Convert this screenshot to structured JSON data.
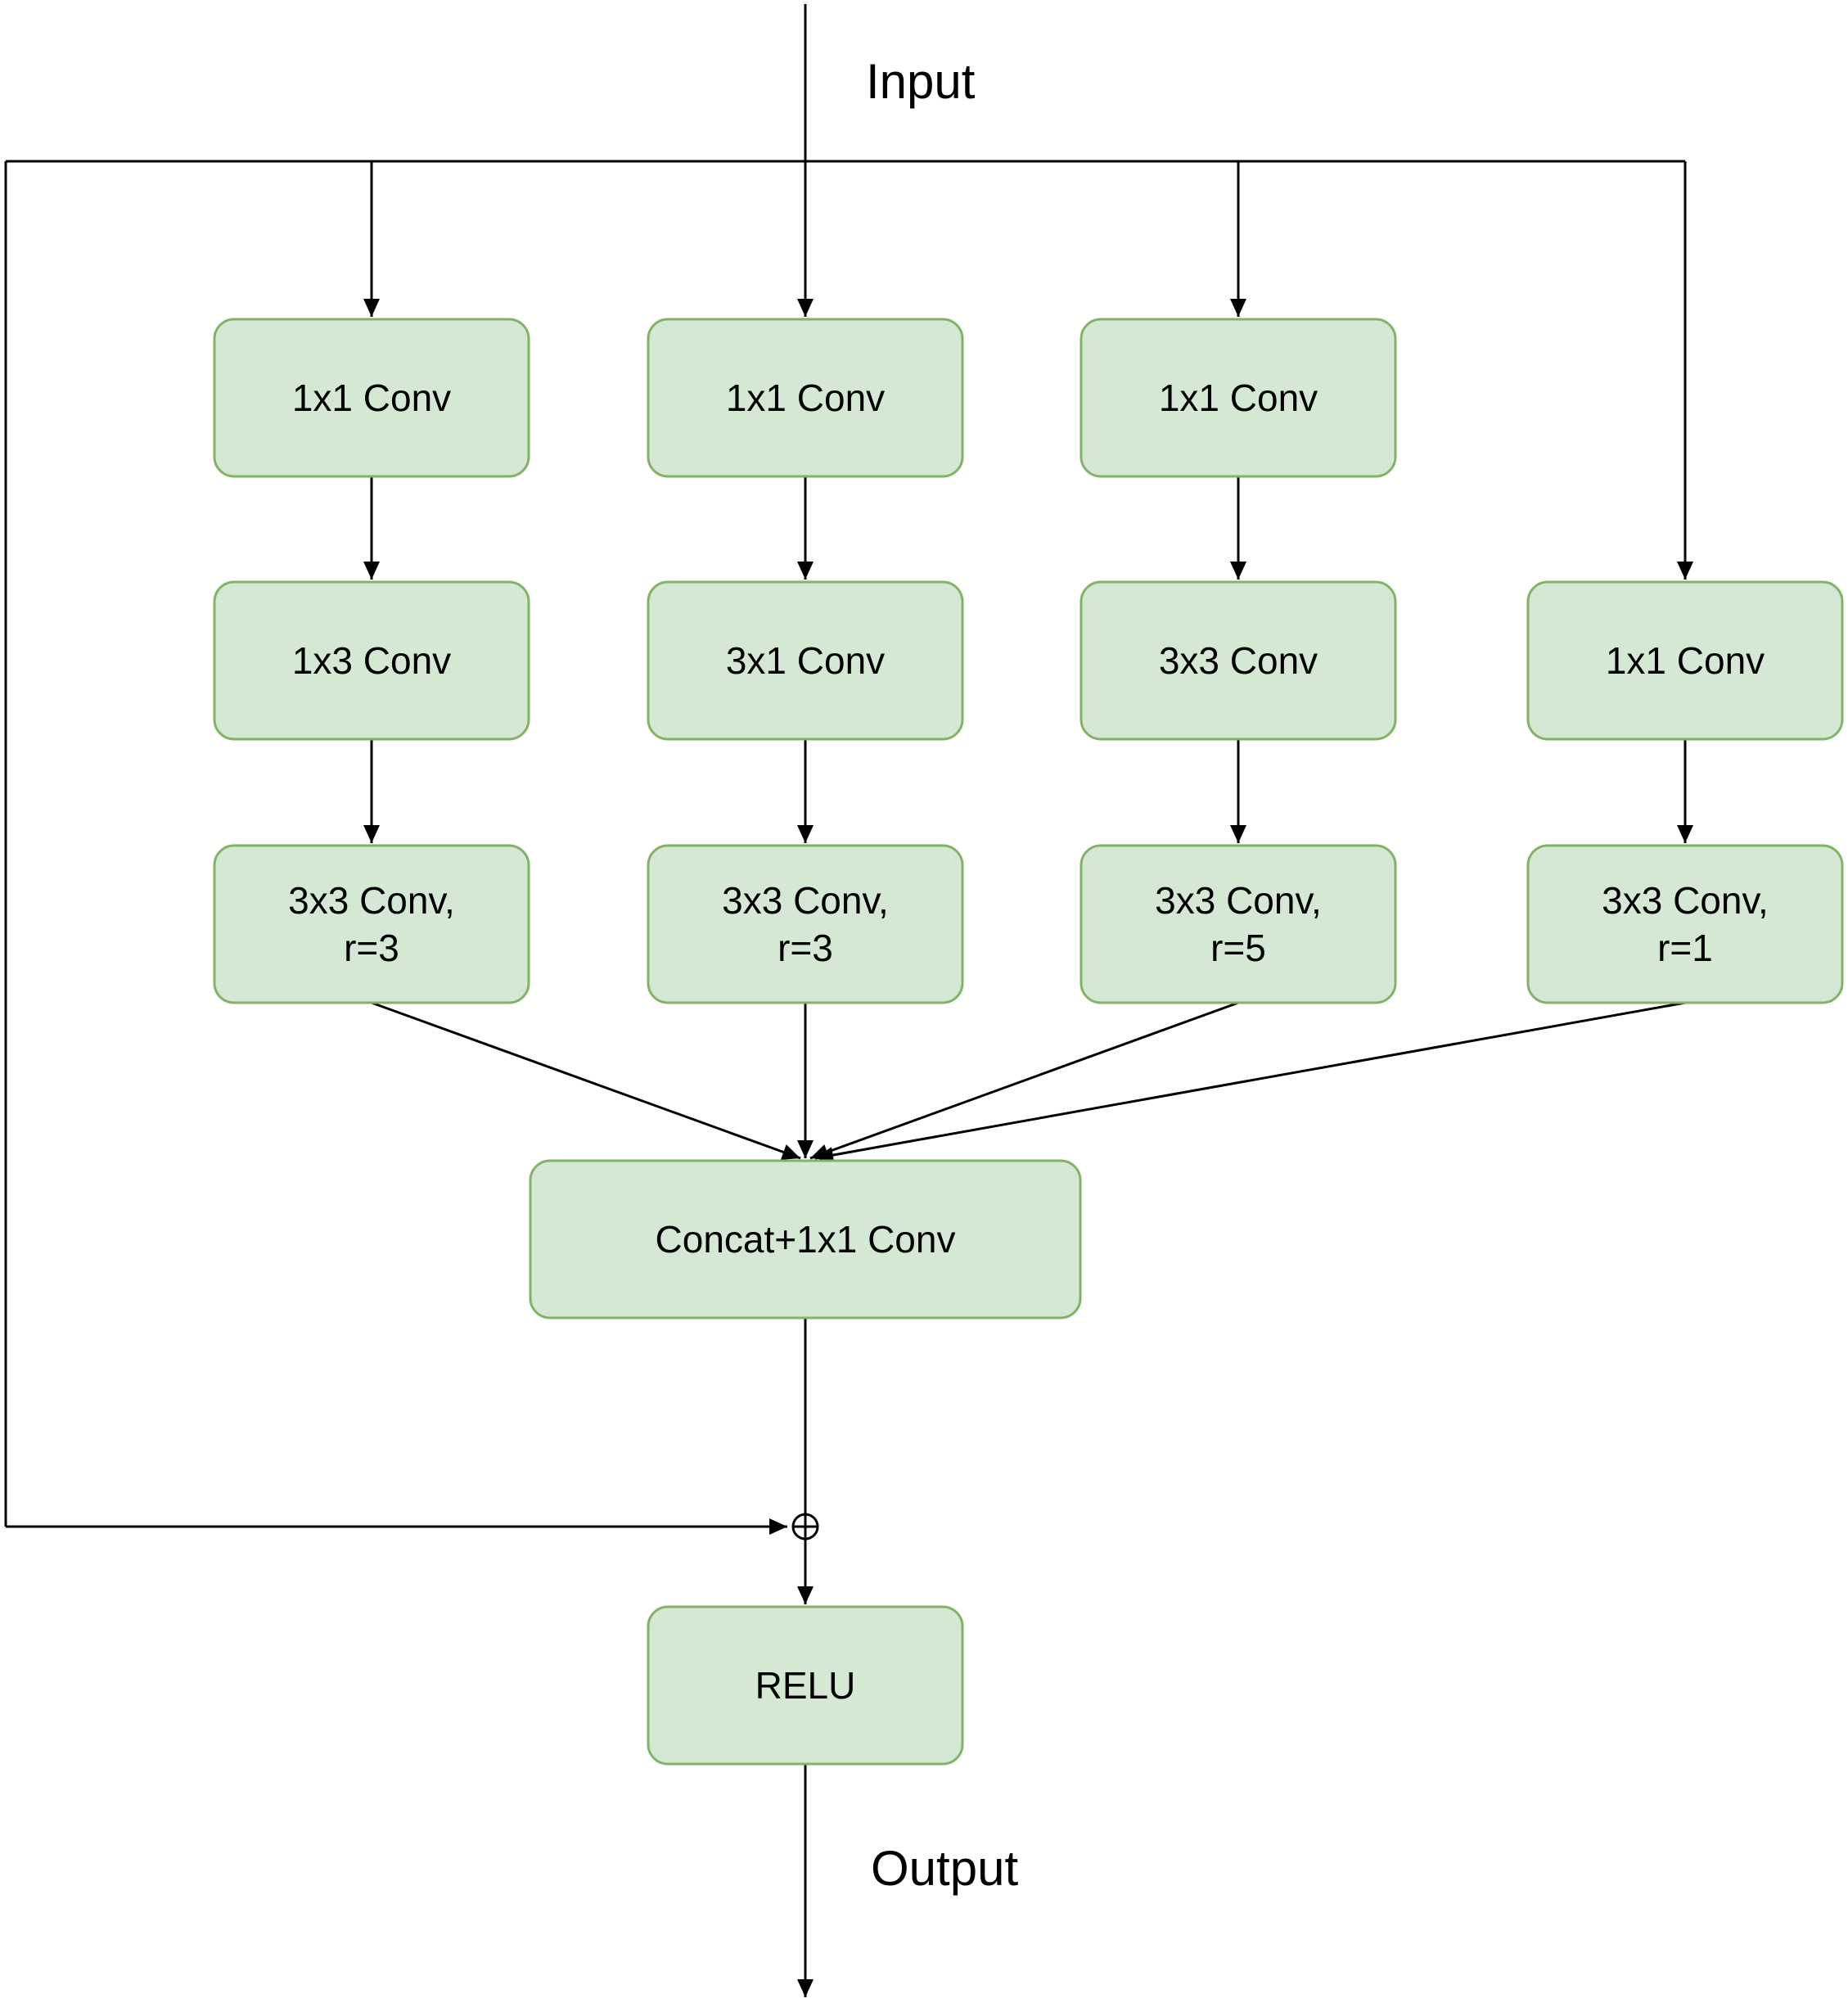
{
  "labels": {
    "input": "Input",
    "output": "Output"
  },
  "nodes": {
    "b1_conv1": [
      "1x1 Conv"
    ],
    "b1_conv2": [
      "1x3 Conv"
    ],
    "b1_conv3": [
      "3x3 Conv,",
      "r=3"
    ],
    "b2_conv1": [
      "1x1 Conv"
    ],
    "b2_conv2": [
      "3x1 Conv"
    ],
    "b2_conv3": [
      "3x3 Conv,",
      "r=3"
    ],
    "b3_conv1": [
      "1x1 Conv"
    ],
    "b3_conv2": [
      "3x3 Conv"
    ],
    "b3_conv3": [
      "3x3 Conv,",
      "r=5"
    ],
    "b4_conv1": [
      "1x1 Conv"
    ],
    "b4_conv2": [
      "3x3 Conv,",
      "r=1"
    ],
    "concat": [
      "Concat+1x1 Conv"
    ],
    "relu": [
      "RELU"
    ]
  },
  "colors": {
    "node_fill": "#d5e8d4",
    "node_stroke": "#82b366",
    "edge": "#000000"
  },
  "icons": {
    "sum": "circled-plus-icon"
  }
}
